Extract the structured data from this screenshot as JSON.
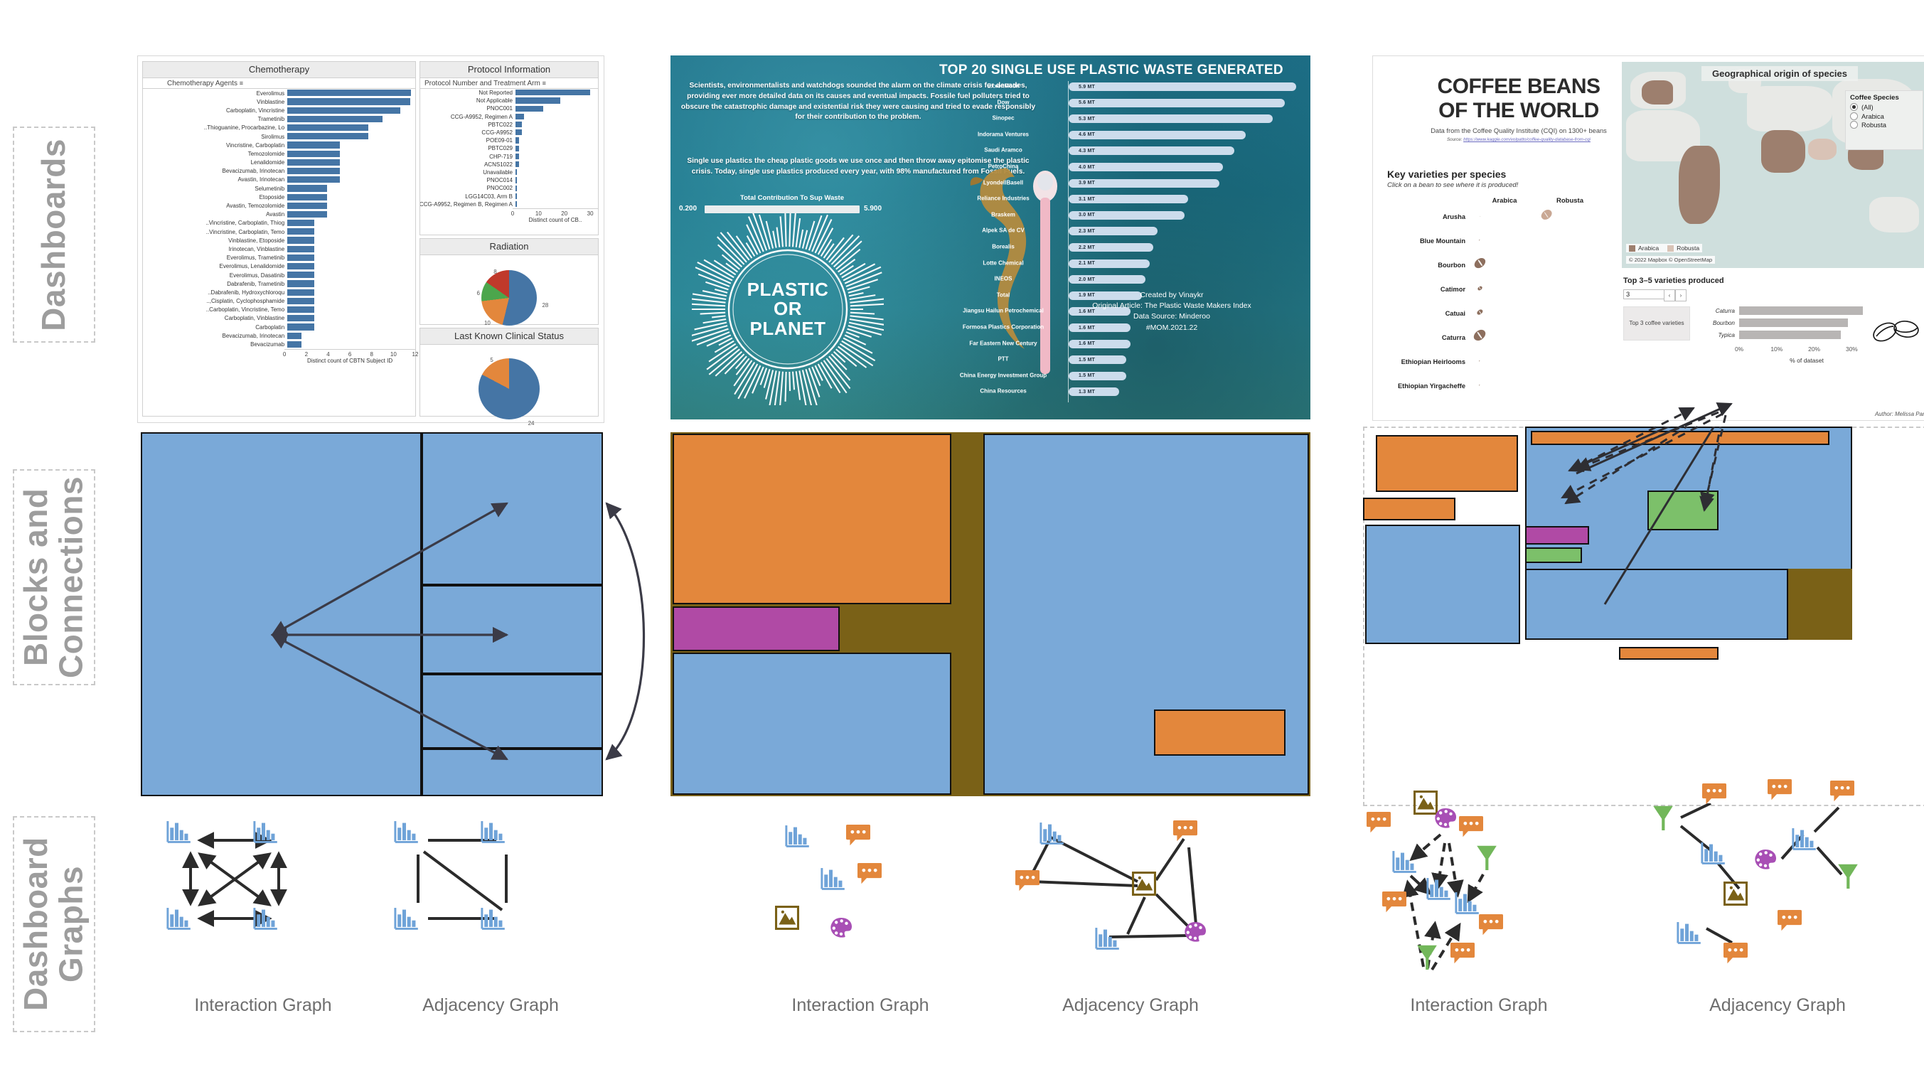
{
  "row_labels": [
    {
      "name": "dashboards",
      "text": "Dashboards"
    },
    {
      "name": "blocks",
      "text": "Blocks and Connections"
    },
    {
      "name": "graphs",
      "text": "Dashboard Graphs"
    }
  ],
  "graph_captions": {
    "interaction": "Interaction Graph",
    "adjacency": "Adjacency Graph"
  },
  "dashboard1": {
    "name": "chemotherapy-tableau-dashboard",
    "chart_data": [
      {
        "type": "bar",
        "title": "Chemotherapy",
        "field_header": "Chemotherapy Agents",
        "xlabel": "Distinct count of CBTN Subject ID",
        "xlim": [
          0,
          12
        ],
        "xticks": [
          0,
          2,
          4,
          6,
          8,
          10,
          12
        ],
        "orientation": "horizontal",
        "categories": [
          "Everolimus",
          "Vinblastine",
          "Carboplatin, Vincristine",
          "Trametinib",
          "Thioguanine, Procarbazine, Lo..",
          "Sirolimus",
          "Vincristine, Carboplatin",
          "Temozolomide",
          "Lenalidomide",
          "Bevacizumab, Irinotecan",
          "Avastin, Irinotecan",
          "Selumetinib",
          "Etoposide",
          "Avastin, Temozolomide",
          "Avastin",
          "Vincristine, Carboplatin, Thiog..",
          "Vincristine, Carboplatin, Temo..",
          "Vinblastine, Etoposide",
          "Irinotecan, Vinblastine",
          "Everolimus, Trametinib",
          "Everolimus, Lenalidomide",
          "Everolimus, Dasatinib",
          "Dabrafenib, Trametinib",
          "Dabrafenib, Hydroxychloroqu..",
          "Cisplatin, Cyclophosphamide,..",
          "Carboplatin, Vincristine, Temo..",
          "Carboplatin, Vinblastine",
          "Carboplatin",
          "Bevacizumab, Irinotecan",
          "Bevacizumab"
        ],
        "values": [
          11.6,
          11.5,
          10.6,
          8.9,
          7.6,
          7.6,
          4.9,
          4.9,
          4.9,
          4.9,
          4.9,
          3.7,
          3.7,
          3.7,
          3.7,
          2.5,
          2.5,
          2.5,
          2.5,
          2.5,
          2.5,
          2.5,
          2.5,
          2.5,
          2.5,
          2.5,
          2.5,
          2.5,
          1.3,
          1.3
        ],
        "color": "#4575a5"
      },
      {
        "type": "bar",
        "title": "Protocol Information",
        "field_header": "Protocol Number and Treatment Arm",
        "xlabel": "Distinct count of CB..",
        "xlim": [
          0,
          33
        ],
        "xticks": [
          0,
          10,
          20,
          30
        ],
        "orientation": "horizontal",
        "categories": [
          "Not Reported",
          "Not Applicable",
          "PNOC001",
          "CCG-A9952, Regimen A",
          "PBTC022",
          "CCG-A9952",
          "POE09-01",
          "PBTC029",
          "CHP-719",
          "ACNS1022",
          "Unavailable",
          "PNOC014",
          "PNOC002",
          "LGG14C03, Arm B",
          "CCG-A9952, Regimen B, Regimen A"
        ],
        "values": [
          30,
          18,
          11,
          3.5,
          2.5,
          2.5,
          1.3,
          1.3,
          1.3,
          1.3,
          0.7,
          0.7,
          0.7,
          0.7,
          0.7
        ],
        "color": "#4575a5"
      },
      {
        "type": "pie",
        "title": "Radiation",
        "labels": [
          "28",
          "10",
          "6",
          "8"
        ],
        "values": [
          28,
          10,
          6,
          8
        ],
        "colors": [
          "#4575a5",
          "#e3873c",
          "#4ca64c",
          "#c0392b"
        ]
      },
      {
        "type": "pie",
        "title": "Last Known Clinical Status",
        "labels": [
          "24",
          "5"
        ],
        "values": [
          24,
          5
        ],
        "colors": [
          "#4575a5",
          "#e3873c"
        ]
      }
    ]
  },
  "dashboard2": {
    "name": "plastic-waste-poster",
    "paragraph1": "Scientists, environmentalists and watchdogs sounded the alarm on the climate crisis for decades, providing ever more detailed data on its causes and eventual impacts. Fossile fuel polluters tried to obscure the catastrophic damage and existential risk they were causing and tried to evade responsibly for their contribution to the problem.",
    "paragraph2": "Single use plastics the cheap plastic goods we use once and then throw away epitomise the plastic crisis. Today, single use plastics produced every year, with 98% manufactured from Fossil Fuels.",
    "slider": {
      "label": "Total Contribution To Sup Waste",
      "min": "0.200",
      "max": "5.900"
    },
    "circle_text_line1": "PLASTIC",
    "circle_text_line2": "OR",
    "circle_text_line3": "PLANET",
    "credits": "Created by Vinaykr\nOriginal Article: The Plastic Waste Makers Index\nData Source: Minderoo\n#MOM.2021.22",
    "chart_data": {
      "type": "bar",
      "title": "TOP 20 SINGLE USE PLASTIC WASTE GENERATED",
      "orientation": "horizontal",
      "unit": "MT",
      "categories": [
        "ExxonMobil",
        "Dow",
        "Sinopec",
        "Indorama Ventures",
        "Saudi Aramco",
        "PetroChina",
        "LyondellBasell",
        "Reliance Industries",
        "Braskem",
        "Alpek SA de CV",
        "Borealis",
        "Lotte Chemical",
        "INEOS",
        "Total",
        "Jiangsu Hailun Petrochemical",
        "Formosa Plastics Corporation",
        "Far Eastern New Century",
        "PTT",
        "China Energy Investment Group",
        "China Resources"
      ],
      "values": [
        5.9,
        5.6,
        5.3,
        4.6,
        4.3,
        4.0,
        3.9,
        3.1,
        3.0,
        2.3,
        2.2,
        2.1,
        2.0,
        1.9,
        1.6,
        1.6,
        1.6,
        1.5,
        1.5,
        1.3
      ],
      "value_labels": [
        "5.9 MT",
        "5.6 MT",
        "5.3 MT",
        "4.6 MT",
        "4.3 MT",
        "4.0 MT",
        "3.9 MT",
        "3.1 MT",
        "3.0 MT",
        "2.3 MT",
        "2.2 MT",
        "2.1 MT",
        "2.0 MT",
        "1.9 MT",
        "1.6 MT",
        "1.6 MT",
        "1.6 MT",
        "1.5 MT",
        "1.5 MT",
        "1.3 MT"
      ],
      "bar_color": "#ccdcec"
    }
  },
  "dashboard3": {
    "name": "coffee-beans-dashboard",
    "title_line1": "COFFEE BEANS",
    "title_line2": "OF THE WORLD",
    "subtitle": "Data from the Coffee Quality Institute (CQI) on 1300+ beans",
    "source_prefix": "Source: ",
    "source_link": "https://www.kaggle.com/volpatto/coffee-quality-database-from-cqi",
    "section_title": "Key varieties per species",
    "section_hint": "Click on a bean to see where it is produced!",
    "species_columns": [
      "Arabica",
      "Robusta"
    ],
    "varieties": [
      {
        "name": "Arusha",
        "arabica": 1,
        "robusta": 16
      },
      {
        "name": "Blue Mountain",
        "arabica": 2,
        "robusta": 0
      },
      {
        "name": "Bourbon",
        "arabica": 17,
        "robusta": 0
      },
      {
        "name": "Catimor",
        "arabica": 7,
        "robusta": 0
      },
      {
        "name": "Catuai",
        "arabica": 9,
        "robusta": 0
      },
      {
        "name": "Caturra",
        "arabica": 18,
        "robusta": 0
      },
      {
        "name": "Ethiopian Heirlooms",
        "arabica": 2,
        "robusta": 0
      },
      {
        "name": "Ethiopian Yirgacheffe",
        "arabica": 2,
        "robusta": 0
      }
    ],
    "map_title": "Geographical origin of species",
    "map_legend": [
      "Arabica",
      "Robusta"
    ],
    "map_attribution": "© 2022 Mapbox  © OpenStreetMap",
    "filter_title": "Coffee Species",
    "filter_options": [
      "(All)",
      "Arabica",
      "Robusta"
    ],
    "filter_selected": "(All)",
    "top_title": "Top 3–5 varieties produced",
    "top_value": "3",
    "top_box_text": "Top 3 coffee varieties",
    "author": "Author: Melissa Pang",
    "chart_data": {
      "type": "bar",
      "orientation": "horizontal",
      "categories": [
        "Caturra",
        "Bourbon",
        "Typica"
      ],
      "values": [
        33,
        29,
        27
      ],
      "xlabel": "% of dataset",
      "xticks": [
        "0%",
        "10%",
        "20%",
        "30%"
      ],
      "bar_color": "#b8b5b4"
    }
  },
  "blocks": {
    "col1": {
      "name": "blocks-chemo",
      "node_count": 7
    },
    "col2": {
      "name": "blocks-plastic",
      "node_count": 6
    },
    "col3": {
      "name": "blocks-coffee",
      "node_count": 9
    }
  },
  "colors": {
    "blue": "#7aa9d8",
    "orange": "#e3873c",
    "purple": "#b04aa5",
    "green": "#7cc06a",
    "olive": "#7a6117",
    "stroke": "#111111",
    "caption": "#6e6e6e",
    "rowlabel": "#9d9d9d"
  }
}
